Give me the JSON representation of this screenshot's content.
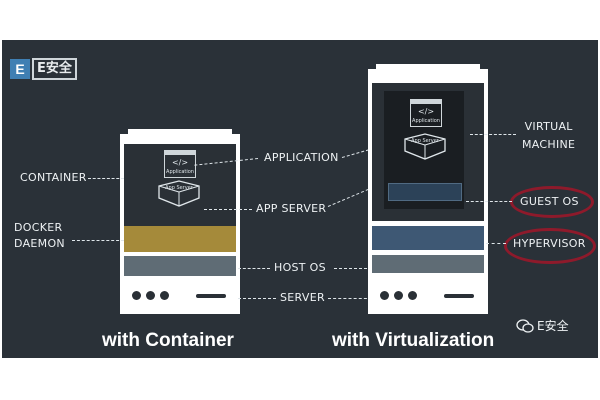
{
  "logo": {
    "letter": "E",
    "text": "E安全"
  },
  "container_side": {
    "title": "with Container",
    "labels": {
      "container": "CONTAINER",
      "docker_daemon": "DOCKER\nDAEMON"
    }
  },
  "shared_labels": {
    "application": "APPLICATION",
    "app_server": "APP SERVER",
    "host_os": "HOST OS",
    "server": "SERVER"
  },
  "virtualization_side": {
    "title": "with Virtualization",
    "labels": {
      "virtual_machine": "VIRTUAL\nMACHINE",
      "guest_os": "GUEST OS",
      "hypervisor": "HYPERVISOR"
    }
  },
  "icon_text": {
    "application": "Application",
    "app_server": "App Server",
    "code": "</>"
  },
  "watermark": {
    "text": "E安全",
    "icon": "wechat-icon"
  },
  "colors": {
    "background": "#2a3138",
    "docker_daemon": "#a58a3a",
    "host_os": "#5f6c75",
    "hypervisor": "#3e5874",
    "guest_os": "#2c4258",
    "highlight_oval": "#8e1a2b"
  }
}
